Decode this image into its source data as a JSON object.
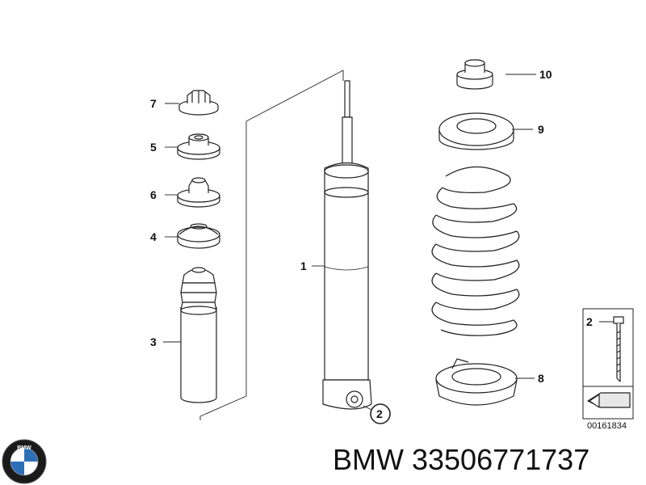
{
  "parts": {
    "shock_absorber": "1",
    "bolt": "2",
    "bump_stop_cover": "3",
    "support_plate": "4",
    "rubber_mount": "5",
    "rubber_mount_lower": "6",
    "nut": "7",
    "lower_spring_pad": "8",
    "upper_spring_pad": "9",
    "cap": "10"
  },
  "inset": {
    "label": "2",
    "reference": "00161834"
  },
  "brand": {
    "logo_text": "BMW",
    "title": "BMW 33506771737"
  },
  "colors": {
    "line": "#222222",
    "fill": "#ffffff",
    "shade": "#e8e8e8"
  }
}
